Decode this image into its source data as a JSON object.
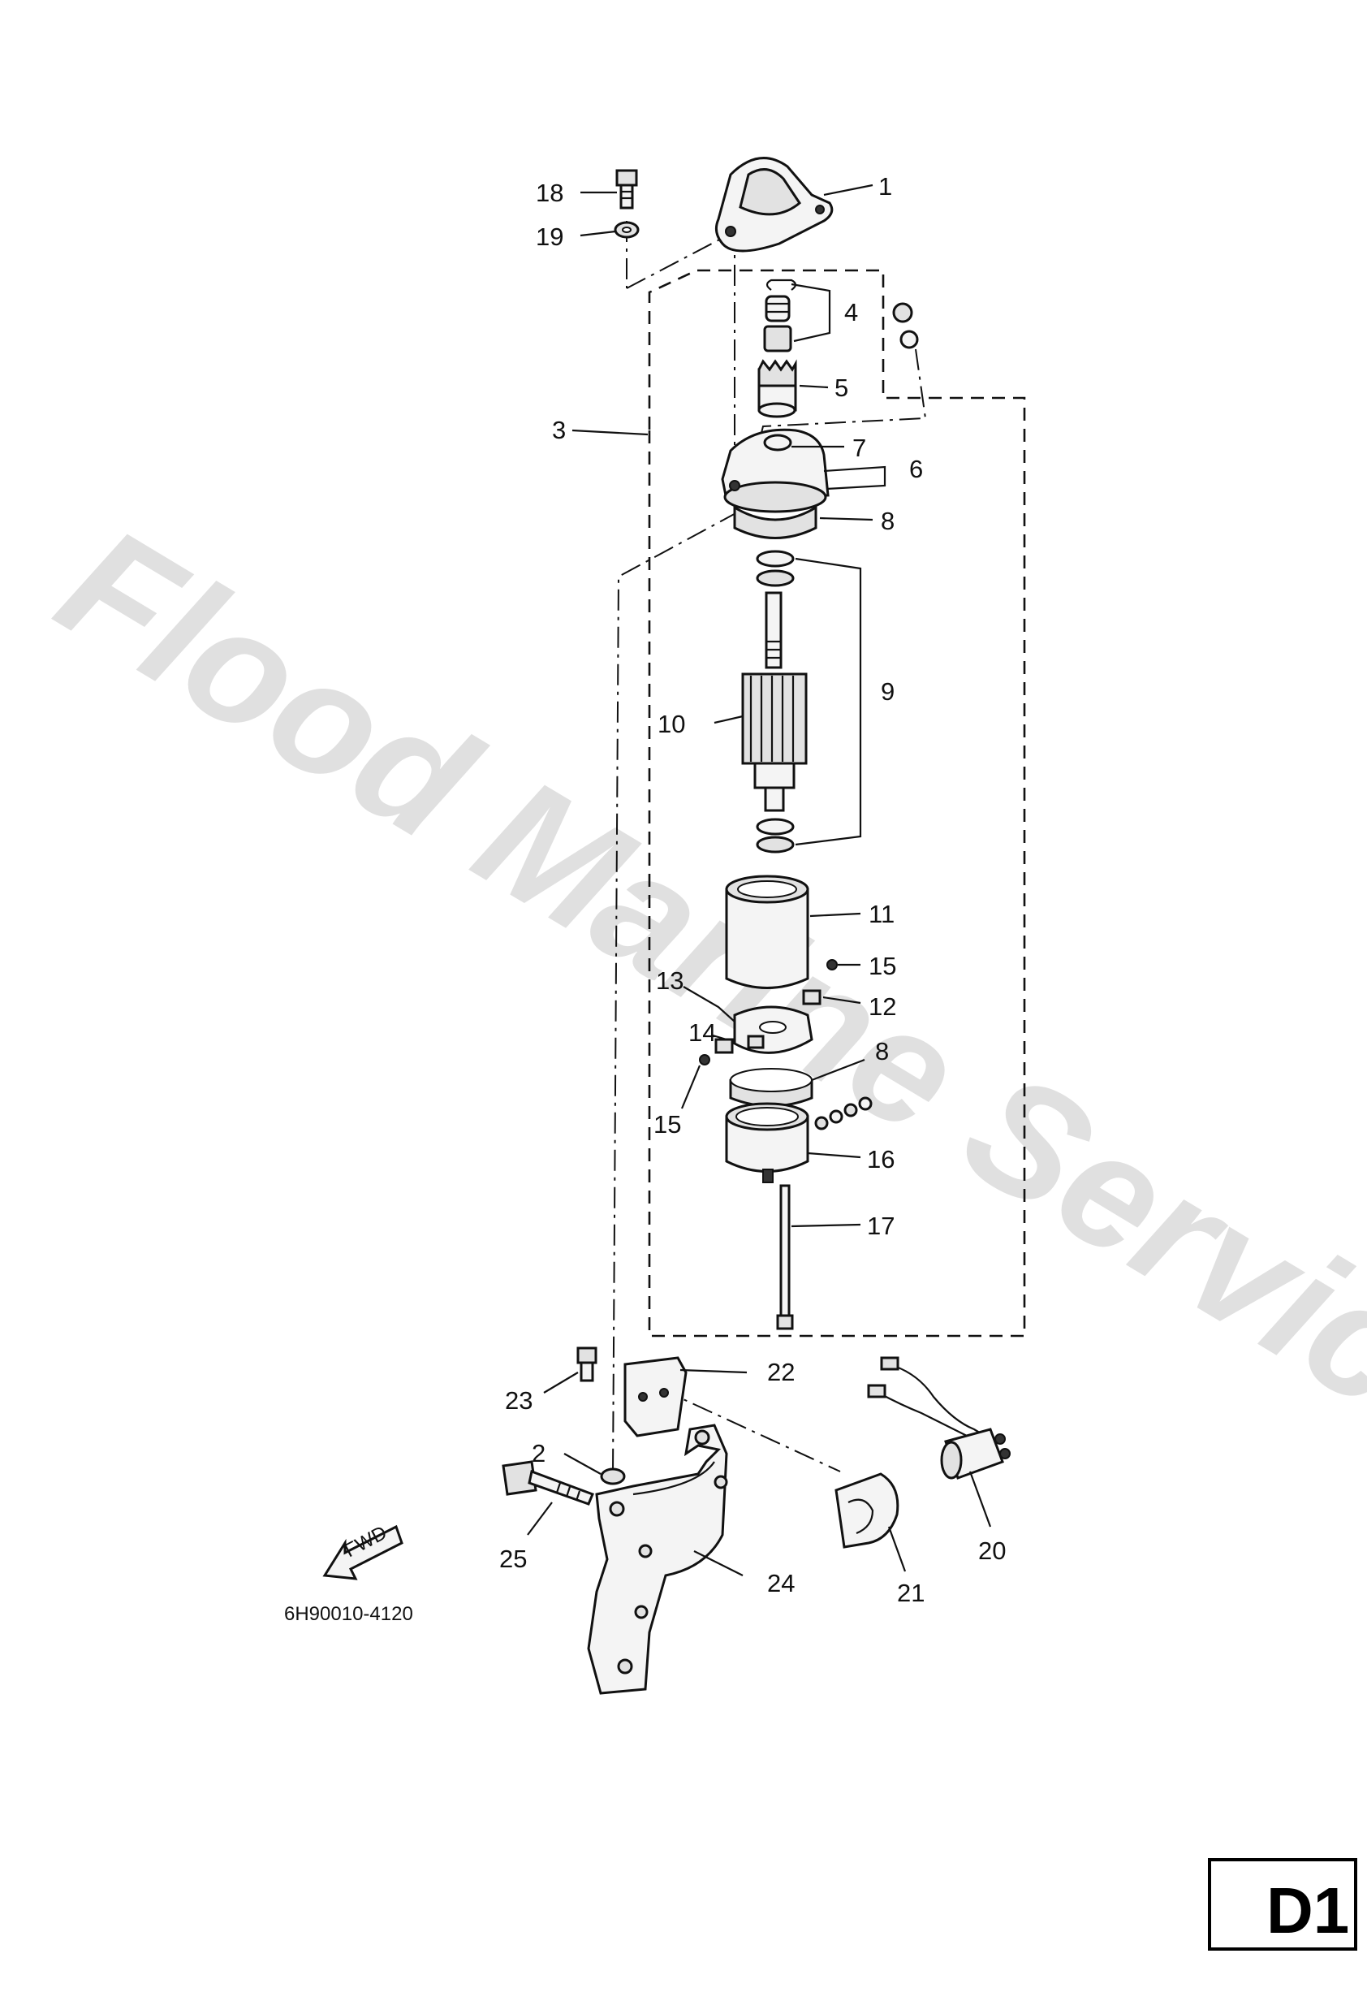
{
  "watermark": "Flood Marine Services",
  "drawing_code": "6H90010-4120",
  "page_code": "D1",
  "fwd_label": "FWD",
  "callouts": {
    "c1": "1",
    "c2": "2",
    "c3": "3",
    "c4": "4",
    "c5": "5",
    "c6": "6",
    "c7": "7",
    "c8a": "8",
    "c8b": "8",
    "c9": "9",
    "c10": "10",
    "c11": "11",
    "c12": "12",
    "c13": "13",
    "c14": "14",
    "c15a": "15",
    "c15b": "15",
    "c16": "16",
    "c17": "17",
    "c18": "18",
    "c19": "19",
    "c20": "20",
    "c21": "21",
    "c22": "22",
    "c23": "23",
    "c24": "24",
    "c25": "25"
  }
}
